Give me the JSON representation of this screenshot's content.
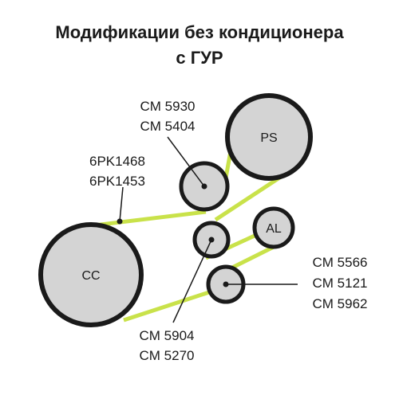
{
  "title": {
    "line1": "Модификации без кондиционера",
    "line2": "с ГУР"
  },
  "colors": {
    "belt": "#c9e24a",
    "pulley_fill": "#d4d4d4",
    "pulley_stroke": "#1a1a1a",
    "text": "#1a1a1a",
    "background": "#ffffff"
  },
  "pulleys": {
    "ps": {
      "label": "PS"
    },
    "al": {
      "label": "AL"
    },
    "cc": {
      "label": "CC"
    }
  },
  "callouts": {
    "tensioner_upper": {
      "part1": "CM 5930",
      "part2": "CM 5404"
    },
    "belt": {
      "part1": "6PK1468",
      "part2": "6PK1453"
    },
    "idler_lower": {
      "part1": "CM 5566",
      "part2": "CM 5121",
      "part3": "CM 5962"
    },
    "idler_middle": {
      "part1": "CM 5904",
      "part2": "CM 5270"
    }
  }
}
